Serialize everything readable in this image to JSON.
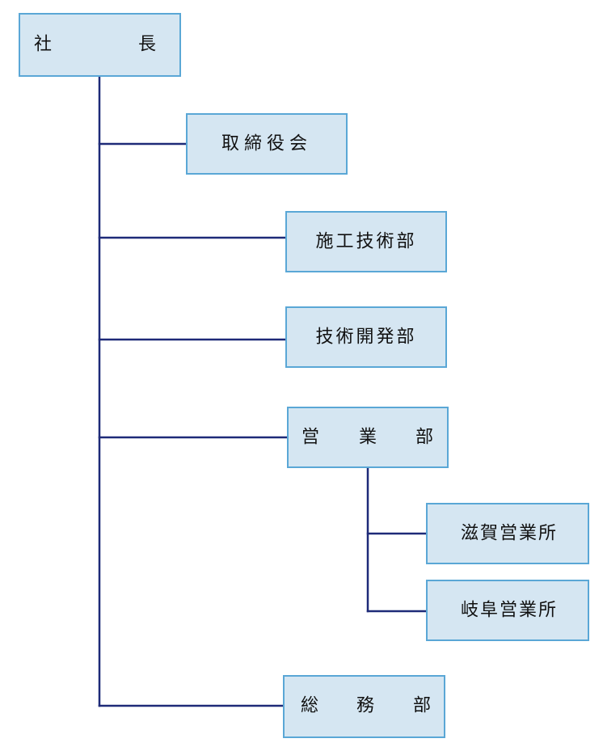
{
  "org_chart": {
    "president": {
      "chars": [
        "社",
        "長"
      ]
    },
    "board": {
      "label": "取締役会"
    },
    "construction": {
      "label": "施工技術部"
    },
    "development": {
      "label": "技術開発部"
    },
    "sales": {
      "chars": [
        "営",
        "業",
        "部"
      ],
      "branches": {
        "shiga": {
          "label": "滋賀営業所"
        },
        "gifu": {
          "label": "岐阜営業所"
        }
      }
    },
    "general_affairs": {
      "chars": [
        "総",
        "務",
        "部"
      ]
    }
  },
  "colors": {
    "box_fill": "#d5e6f2",
    "box_border": "#5aa7d6",
    "connector": "#1e2a78",
    "text": "#111111"
  }
}
